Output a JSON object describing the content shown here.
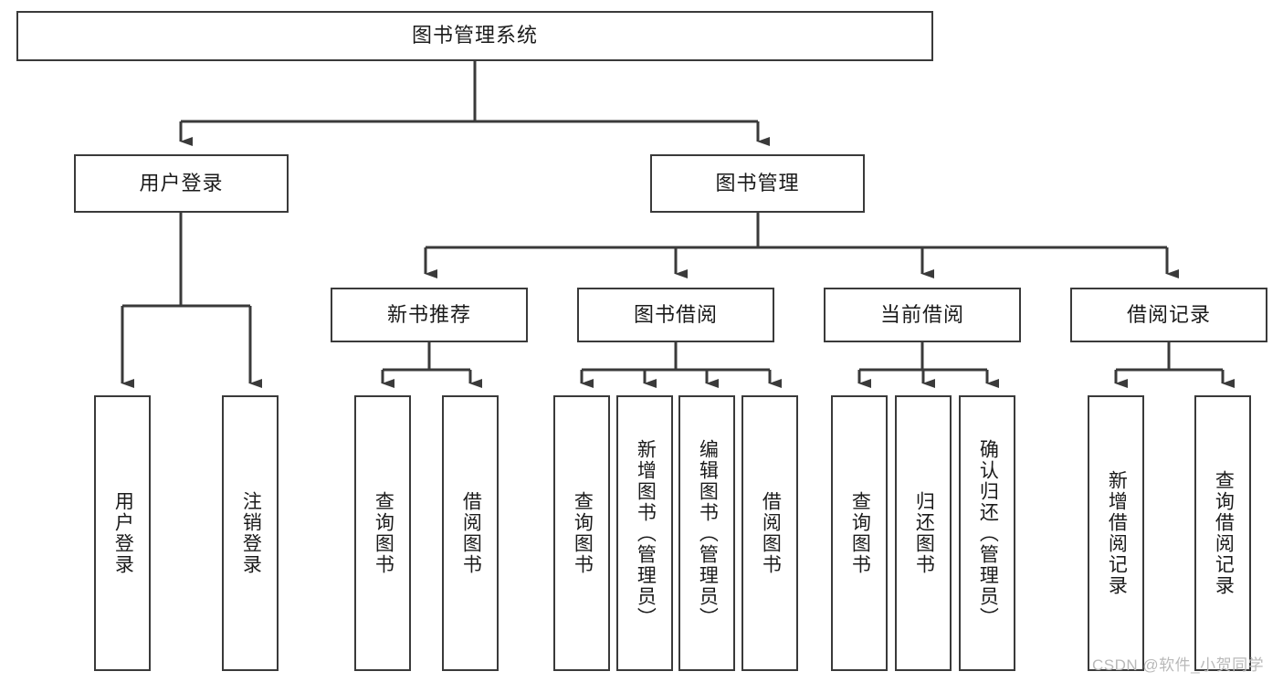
{
  "diagram": {
    "title": "图书管理系统",
    "type": "tree",
    "watermark": "CSDN @软件_小贺同学",
    "colors": {
      "stroke": "#3a3a3a",
      "box_fill": "#ffffff",
      "text": "#1b1b1b",
      "watermark": "#b9b9b9",
      "background": "#ffffff"
    },
    "nodes": {
      "root": {
        "label": "图书管理系统"
      },
      "level2": [
        {
          "id": "user-login",
          "label": "用户登录"
        },
        {
          "id": "book-management",
          "label": "图书管理"
        }
      ],
      "level3": [
        {
          "id": "new-book-recommend",
          "label": "新书推荐"
        },
        {
          "id": "book-borrow",
          "label": "图书借阅"
        },
        {
          "id": "current-borrow",
          "label": "当前借阅"
        },
        {
          "id": "borrow-record",
          "label": "借阅记录"
        }
      ],
      "leaves": {
        "user-login": [
          {
            "id": "leaf-user-login",
            "label": "用户登录"
          },
          {
            "id": "leaf-logout-login",
            "label": "注销登录"
          }
        ],
        "new-book-recommend": [
          {
            "id": "leaf-query-book-1",
            "label": "查询图书"
          },
          {
            "id": "leaf-borrow-book-1",
            "label": "借阅图书"
          }
        ],
        "book-borrow": [
          {
            "id": "leaf-query-book-2",
            "label": "查询图书"
          },
          {
            "id": "leaf-add-book",
            "label": "新增图书（管理员）"
          },
          {
            "id": "leaf-edit-book",
            "label": "编辑图书（管理员）"
          },
          {
            "id": "leaf-borrow-book-2",
            "label": "借阅图书"
          }
        ],
        "current-borrow": [
          {
            "id": "leaf-query-book-3",
            "label": "查询图书"
          },
          {
            "id": "leaf-return-book",
            "label": "归还图书"
          },
          {
            "id": "leaf-confirm-return",
            "label": "确认归还（管理员）"
          }
        ],
        "borrow-record": [
          {
            "id": "leaf-add-record",
            "label": "新增借阅记录"
          },
          {
            "id": "leaf-query-record",
            "label": "查询借阅记录"
          }
        ]
      }
    }
  }
}
